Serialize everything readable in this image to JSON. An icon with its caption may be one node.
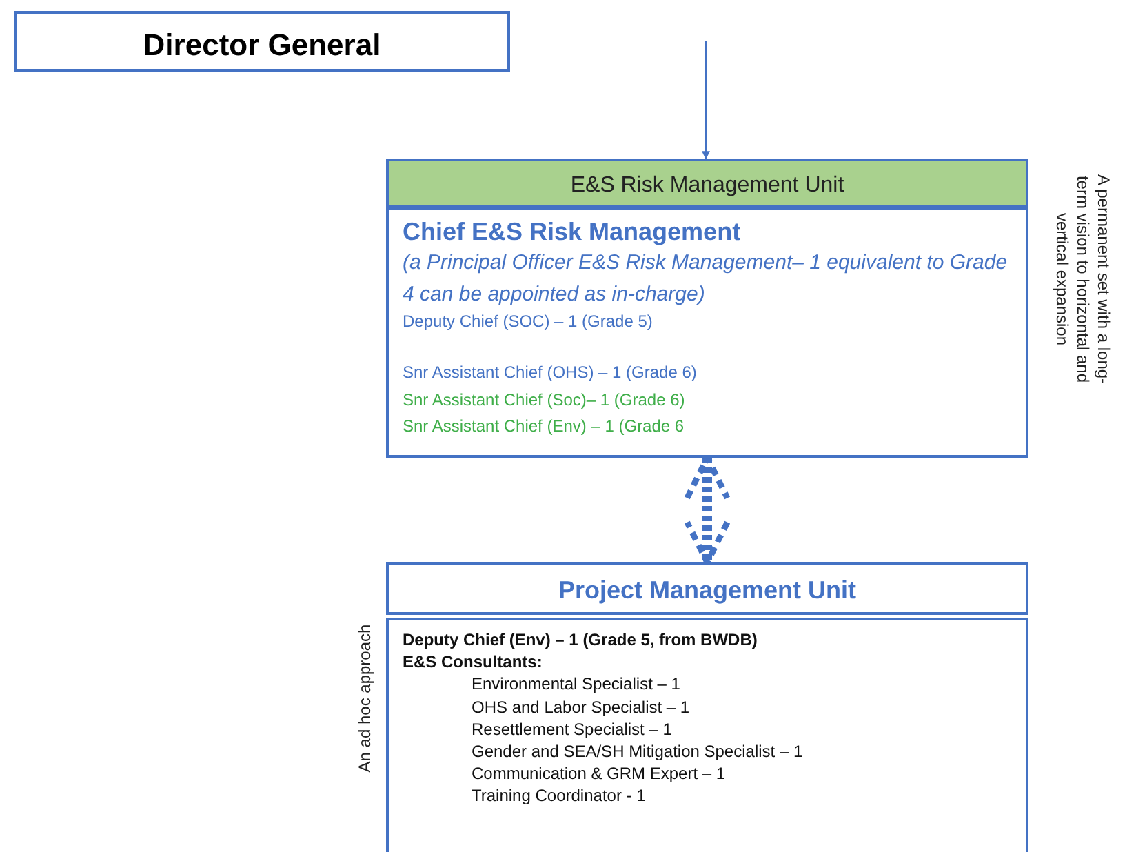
{
  "diagram": {
    "nodes": [
      {
        "text": [
          "Director General"
        ]
      },
      {
        "text": [
          "E&S Risk Management Unit"
        ]
      },
      {
        "text": [
          "Chief E&S Risk Management",
          "(a Principal Officer E&S Risk Management– 1 equivalent to Grade 4 can be appointed as in-charge)",
          "Deputy Chief (SOC) – 1 (Grade 5)",
          "Snr Assistant Chief (OHS) – 1 (Grade 6)",
          "Snr Assistant Chief (Soc)– 1 (Grade 6)",
          "Snr Assistant Chief (Env) – 1 (Grade 6"
        ],
        "beside": [
          "A permanent set with a long-term vision to horizontal and vertical expansion"
        ]
      },
      {
        "text": [
          "Project Management Unit"
        ]
      },
      {
        "text": [
          "Deputy Chief (Env) – 1 (Grade 5, from BWDB)",
          "E&S Consultants:",
          "Environmental Specialist – 1",
          "OHS and Labor Specialist – 1",
          "Resettlement Specialist – 1",
          "Gender and SEA/SH Mitigation Specialist – 1",
          "Communication & GRM Expert – 1",
          "Training Coordinator - 1"
        ],
        "beside": [
          "An ad hoc approach"
        ]
      }
    ],
    "edges": [
      {
        "from": null,
        "to": 1,
        "arrow": "to"
      },
      {
        "from": 2,
        "to": 3,
        "arrow": "both",
        "style": "dashed"
      }
    ]
  }
}
